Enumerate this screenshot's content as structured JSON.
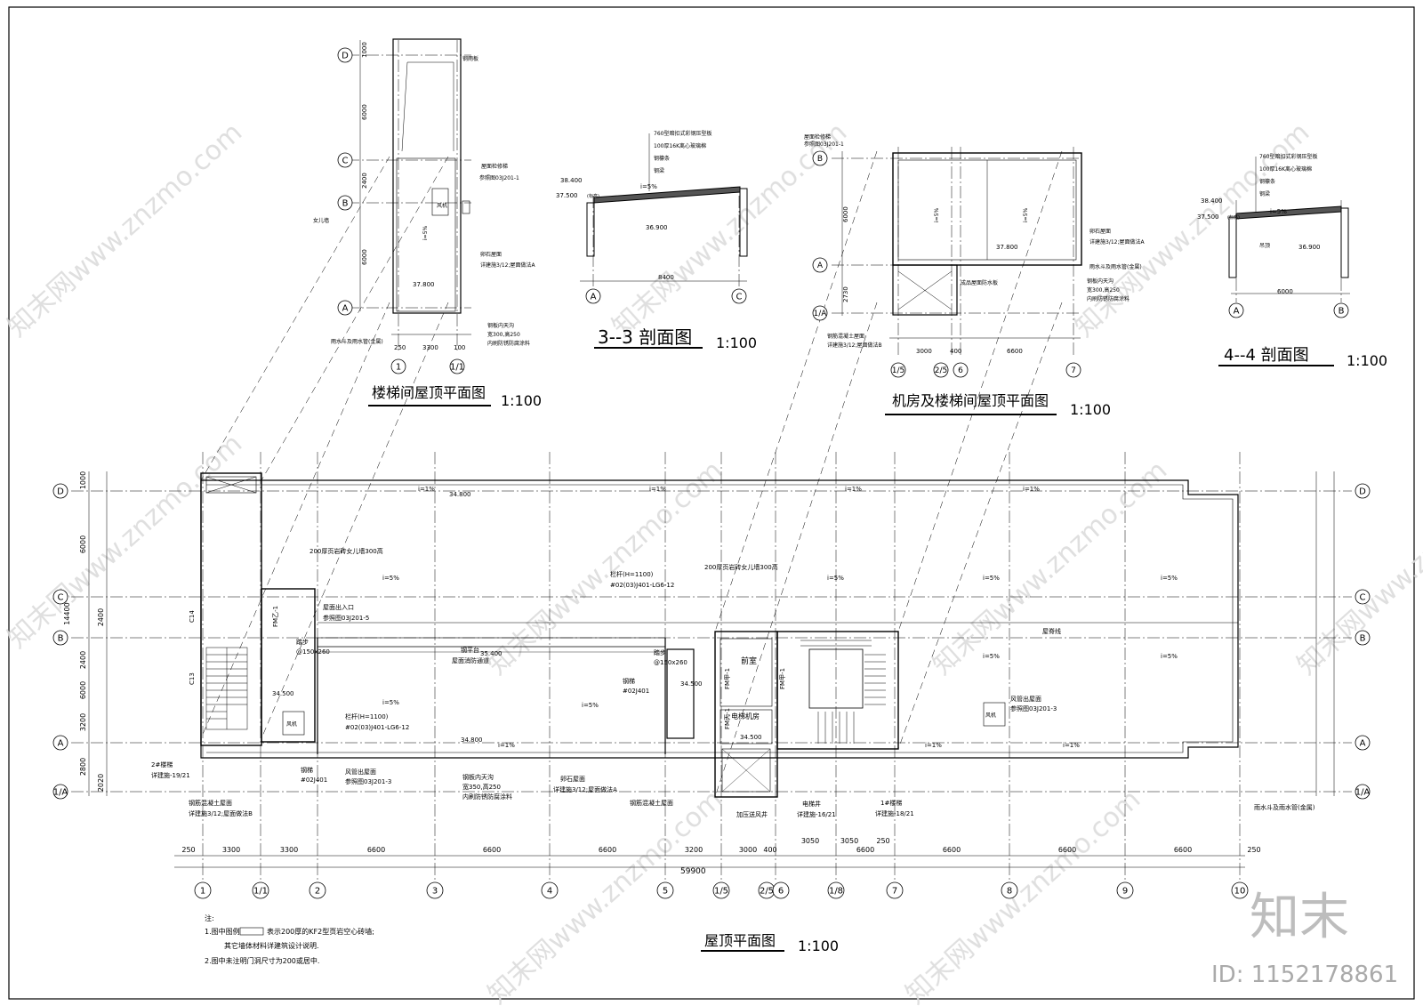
{
  "titles": {
    "stair_roof": "楼梯间屋顶平面图",
    "stair_roof_scale": "1:100",
    "section33": "3--3 剖面图",
    "section33_scale": "1:100",
    "machine_roof": "机房及楼梯间屋顶平面图",
    "machine_roof_scale": "1:100",
    "section44": "4--4 剖面图",
    "section44_scale": "1:100",
    "main_roof": "屋顶平面图",
    "main_roof_scale": "1:100"
  },
  "notes": {
    "heading": "注:",
    "line1": "1.图中图例",
    "line1b": "表示200厚的KF2型页岩空心砖墙;",
    "line2": "其它墙体材料详建筑设计说明.",
    "line3": "2.图中未注明门洞尺寸为200或居中."
  },
  "brand": {
    "logo": "知末",
    "id": "ID: 1152178861",
    "watermark": "知末网www.znzmo.com"
  },
  "main_plan": {
    "bottom_axes": [
      "1",
      "1/1",
      "2",
      "3",
      "4",
      "5",
      "1/5",
      "2/5",
      "6",
      "1/8",
      "7",
      "8",
      "9",
      "10"
    ],
    "left_axes": [
      "D",
      "C",
      "B",
      "A",
      "1/A"
    ],
    "dims_bottom": [
      "250",
      "3300",
      "3300",
      "6600",
      "6600",
      "6600",
      "3200",
      "3000",
      "400",
      "3050",
      "6600",
      "3050",
      "250",
      "6600",
      "6600",
      "6600",
      "250"
    ],
    "total": "59900",
    "dims_left": [
      "1000",
      "6000",
      "14400",
      "2400",
      "2400",
      "6000",
      "3200",
      "2800",
      "2020"
    ],
    "elev": [
      "34.800",
      "35.400",
      "34.500",
      "34.800",
      "34.500",
      "34.500"
    ],
    "slopes": [
      "i=1%",
      "i=5%"
    ],
    "rooms": [
      "前室",
      "电梯机房",
      "风机"
    ],
    "labels": {
      "parapet_wall": "200厚页岩砖女儿墙300高",
      "railing": "栏杆(H=1100)",
      "railing_ref": "#02(03)J401-LG6-12",
      "platform": "钢平台",
      "platform_sub": "屋面消防通道",
      "stair_roof_note": "钢筋混凝土屋面",
      "stair_roof_ref": "详建施3/12;屋面做法B",
      "exhaust": "风管出屋面",
      "exhaust_ref": "参照图03J201-3",
      "roof_note": "卵石屋面",
      "roof_ref": "详建施3/12;屋面做法A",
      "gutter": "钢板内天沟",
      "gutter_size": "宽350,高250",
      "gutter_sub": "内刷防锈防腐涂料",
      "ladder": "钢梯",
      "ladder_ref": "#02J401",
      "stair_2": "2#楼梯",
      "stair_2_ref": "详建施-19/21",
      "stair_1": "1#楼梯",
      "stair_1_ref": "详建施-18/21",
      "elevator": "电梯井",
      "elevator_ref": "详建施-16/21",
      "pressurized": "加压送风井",
      "roof_hatch": "屋面出入口",
      "roof_hatch_ref": "参照图03J201-5",
      "step": "踏步",
      "step_size": "@150x260",
      "fm": "FM乙-1",
      "drain": "雨水斗及雨水管(金属)",
      "ridge": "屋脊线",
      "c14": "C14",
      "c13": "C13",
      "step2": "踏步",
      "step2_size": "@150x260",
      "fm2": "FM甲-1",
      "fm3": "FM甲-1",
      "fm4": "FM丙-1",
      "concrete2": "钢筋混凝土屋面",
      "fan2": "风机"
    }
  },
  "stair_roof_plan": {
    "axes_left": [
      "D",
      "C",
      "B",
      "A"
    ],
    "axes_bottom": [
      "1",
      "1/1"
    ],
    "dims": [
      "1000",
      "6000",
      "2400",
      "6000",
      "250",
      "3300",
      "100"
    ],
    "elev": "37.800",
    "labels": [
      "钢雨板",
      "屋面检修梯",
      "参照图03J201-1",
      "女儿墙",
      "风机",
      "卵石屋面",
      "详建施3/12;屋面做法A",
      "钢板内天沟",
      "宽300,高250",
      "内刷防锈防腐涂料",
      "雨水斗及雨水管(金属)",
      "i=5%"
    ]
  },
  "section33": {
    "axes": [
      "A",
      "C"
    ],
    "span": "8400",
    "elev": [
      "38.400",
      "37.500",
      "36.900"
    ],
    "elev_note": "(标高)",
    "layers": [
      "760型暗扣式彩钢压型板",
      "100厚16K离心玻璃棉",
      "钢檩条",
      "钢梁"
    ],
    "slope": "i=5%"
  },
  "machine_roof_plan": {
    "axes_left": [
      "B",
      "A",
      "1/A"
    ],
    "axes_bottom": [
      "1/5",
      "2/5",
      "6",
      "7"
    ],
    "dims": [
      "6000",
      "2730",
      "3000",
      "400",
      "6600"
    ],
    "elev": "37.800",
    "labels": [
      "屋面检修梯",
      "参照图03J201-1",
      "卵石屋面",
      "详建施3/12;屋面做法A",
      "雨水斗及雨水管(金属)",
      "钢板内天沟",
      "宽300,高250",
      "内刷防锈防腐涂料",
      "成品屋面防水板",
      "钢筋混凝土屋面",
      "详建施3/12;屋面做法B",
      "i=5%"
    ]
  },
  "section44": {
    "axes": [
      "A",
      "B"
    ],
    "span": "6000",
    "elev": [
      "38.400",
      "37.500",
      "36.900"
    ],
    "elev_note": "(标高)",
    "layers": [
      "760型暗扣式彩钢压型板",
      "100厚16K离心玻璃棉",
      "钢檩条",
      "钢梁"
    ],
    "extra": "吊顶",
    "slope": "i=5%"
  }
}
